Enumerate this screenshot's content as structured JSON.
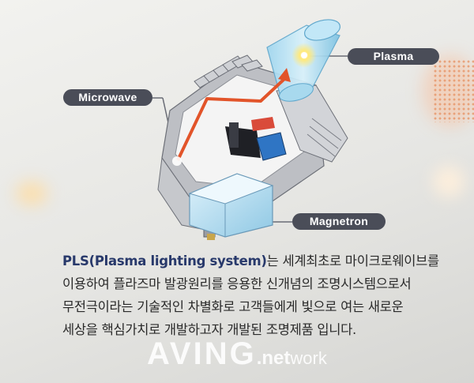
{
  "labels": {
    "microwave": "Microwave",
    "plasma": "Plasma",
    "magnetron": "Magnetron"
  },
  "description": {
    "acronym": "PLS(Plasma lighting system)",
    "line1_rest": "는 세계최초로 마이크로웨이브를",
    "line2": "이용하여 플라즈마 발광원리를 응용한 신개념의 조명시스템으로서",
    "line3": "무전극이라는 기술적인 차별화로 고객들에게 빛으로 여는 새로운",
    "line4": "세상을 핵심가치로 개발하고자 개발된 조명제품 입니다."
  },
  "watermark": {
    "main": "AVING",
    "dot": ".net",
    "sub": "work"
  },
  "colors": {
    "label_background": "#4a4d58",
    "label_text": "#ffffff",
    "microwave_path": "#e2542a",
    "plasma_glow": "#ffe97a",
    "acronym_text": "#28396b"
  }
}
